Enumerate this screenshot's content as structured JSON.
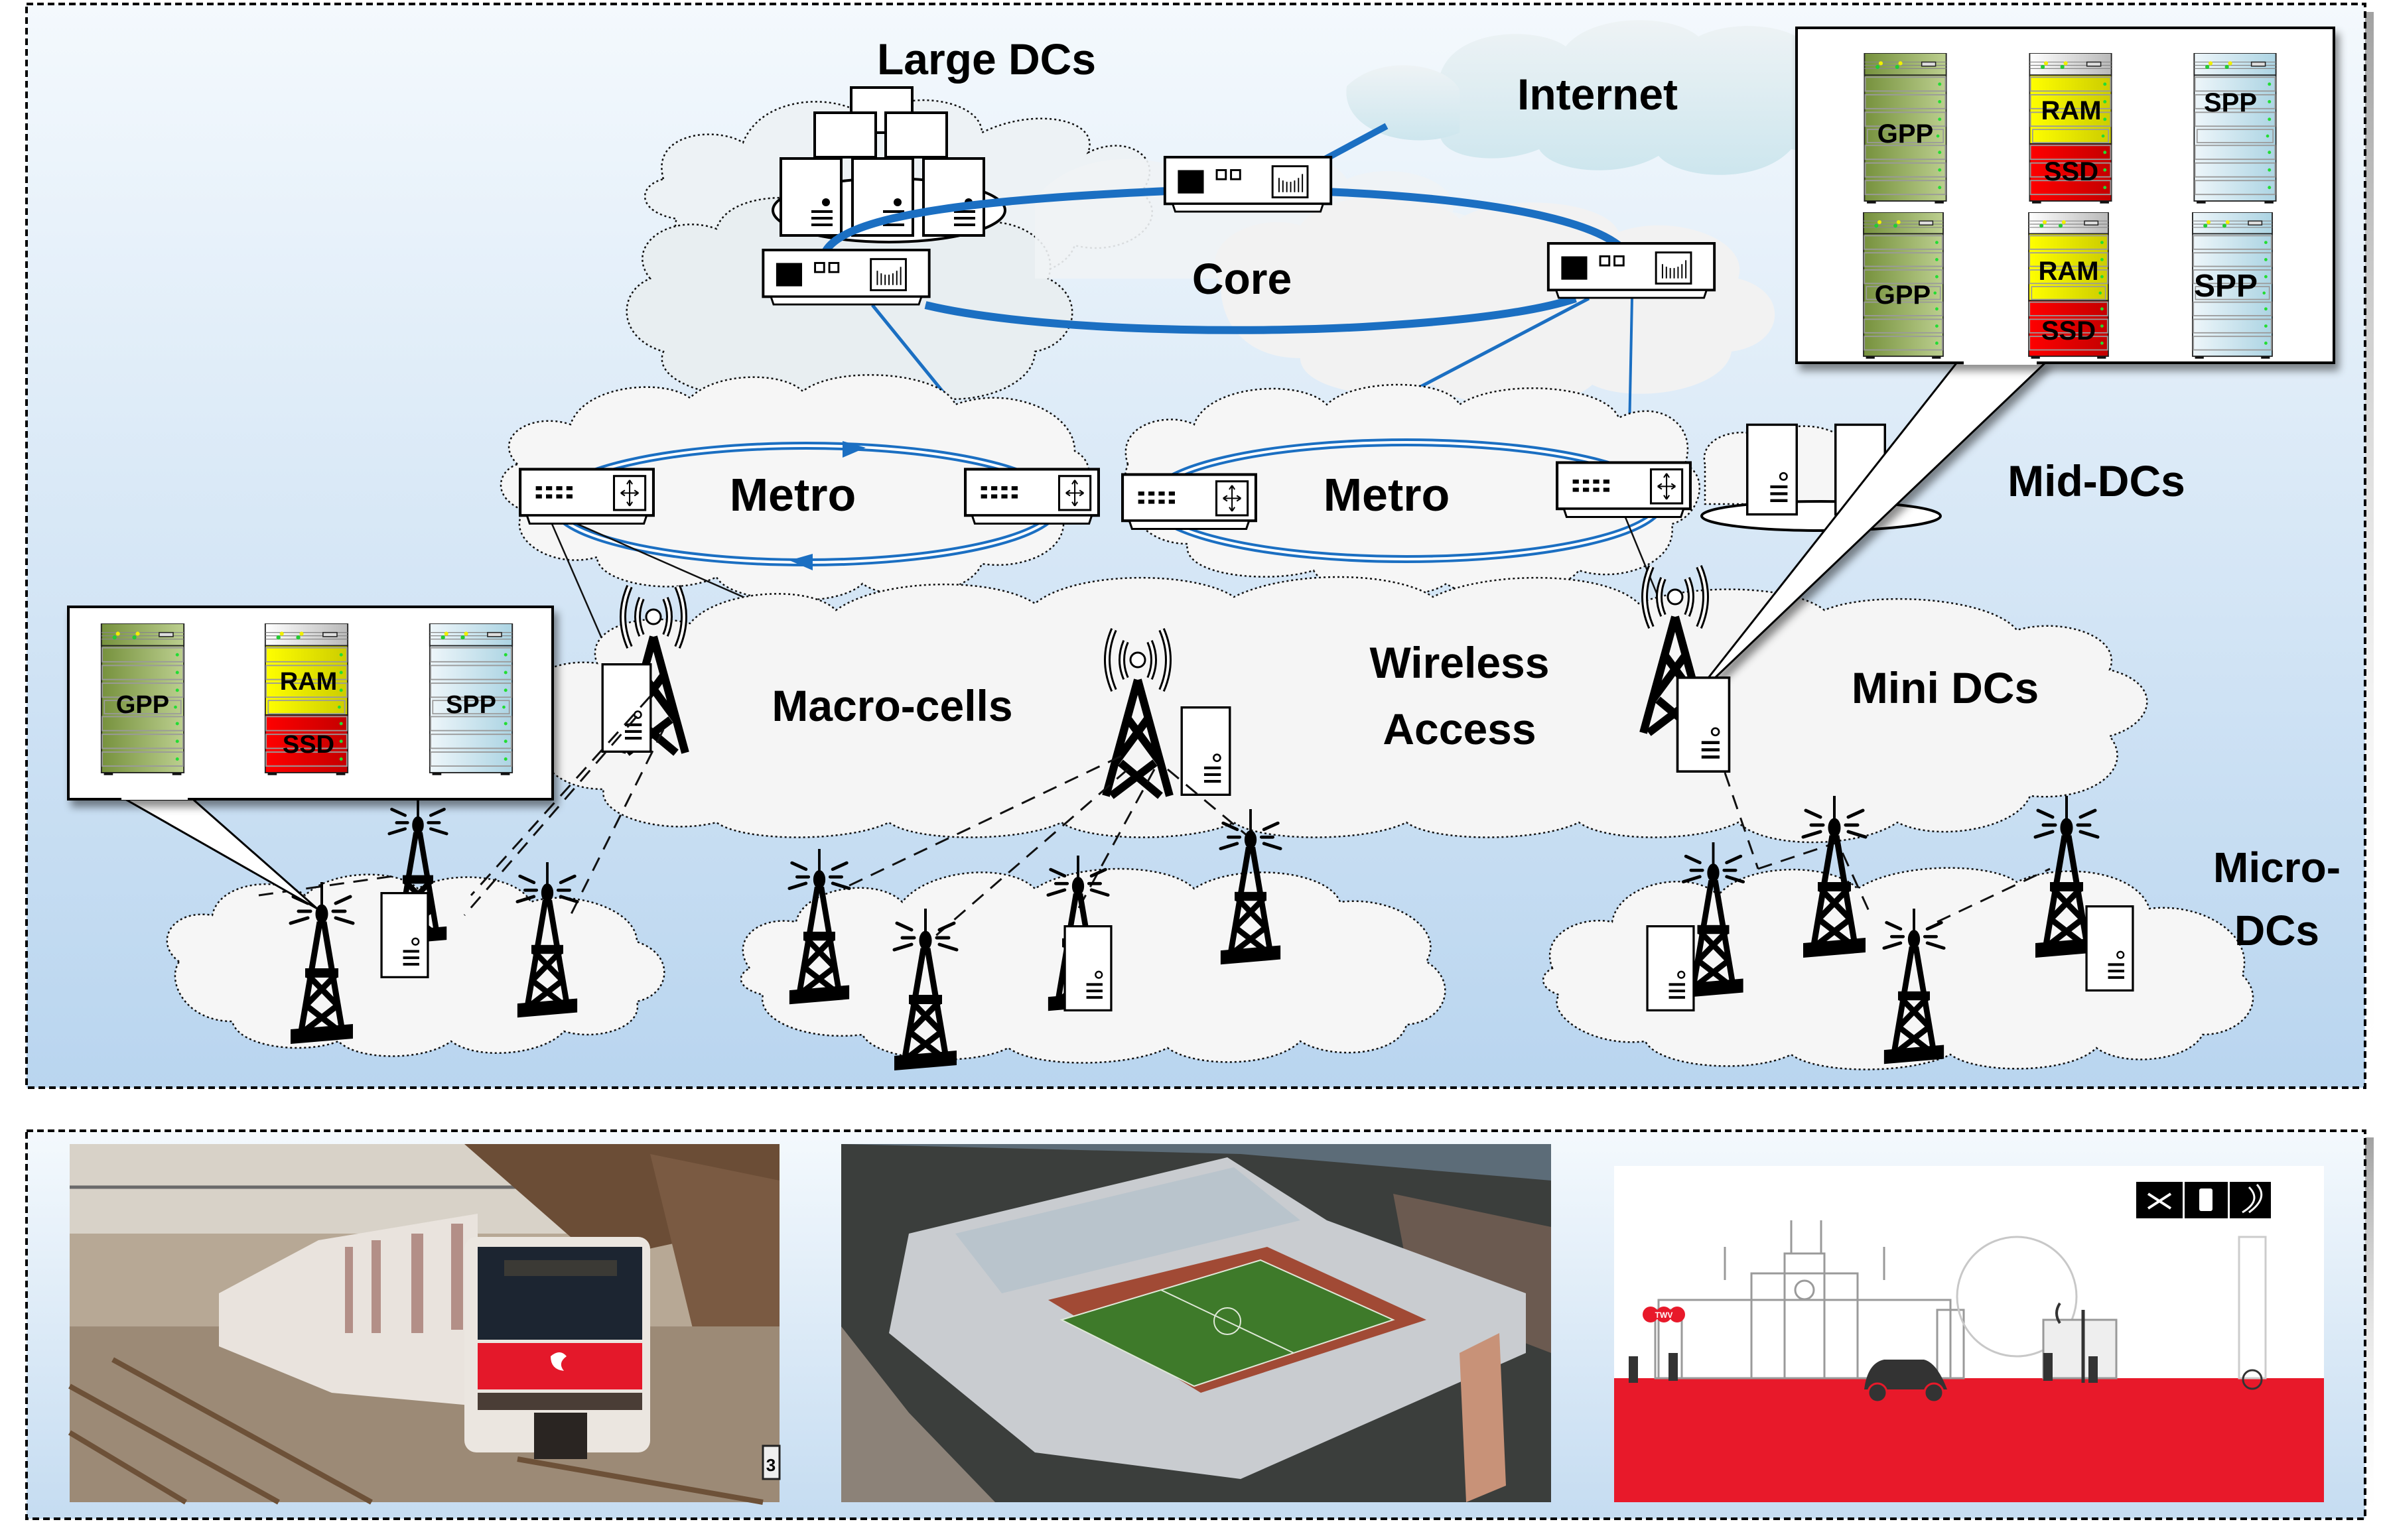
{
  "diagram": {
    "labels": {
      "large_dcs": "Large DCs",
      "internet": "Internet",
      "core": "Core",
      "metro_left": "Metro",
      "metro_right": "Metro",
      "mid_dcs": "Mid-DCs",
      "wireless_line1": "Wireless",
      "wireless_line2": "Access",
      "macro_cells": "Macro-cells",
      "mini_dcs": "Mini DCs",
      "micro_dcs_line1": "Micro-",
      "micro_dcs_line2": "DCs"
    },
    "mid_dc_legend": {
      "racks": [
        {
          "label": "GPP",
          "kind": "gpp"
        },
        {
          "label_top": "RAM",
          "label_bottom": "SSD",
          "kind": "ram-ssd"
        },
        {
          "label": "SPP",
          "kind": "spp"
        },
        {
          "label": "GPP",
          "kind": "gpp"
        },
        {
          "label_top": "RAM",
          "label_bottom": "SSD",
          "kind": "ram-ssd"
        },
        {
          "label": "SPP",
          "kind": "spp"
        }
      ]
    },
    "mini_dc_legend": {
      "racks": [
        {
          "label": "GPP",
          "kind": "gpp"
        },
        {
          "label_top": "RAM",
          "label_bottom": "SSD",
          "kind": "ram-ssd"
        },
        {
          "label": "SPP",
          "kind": "spp"
        }
      ]
    },
    "colors": {
      "fiber": "#1b6fc2",
      "gpp": "#9ab86a",
      "ram": "#f2f200",
      "ssd": "#e60000",
      "spp": "#d6e9f2",
      "background_top": "#f4f9fd",
      "background_bottom": "#b9d5ef"
    }
  },
  "scenarios": {
    "photos": [
      {
        "subject": "commuter-train",
        "badge_number": "3"
      },
      {
        "subject": "football-stadium"
      },
      {
        "subject": "smart-city",
        "logo_text": "TWV"
      }
    ]
  }
}
